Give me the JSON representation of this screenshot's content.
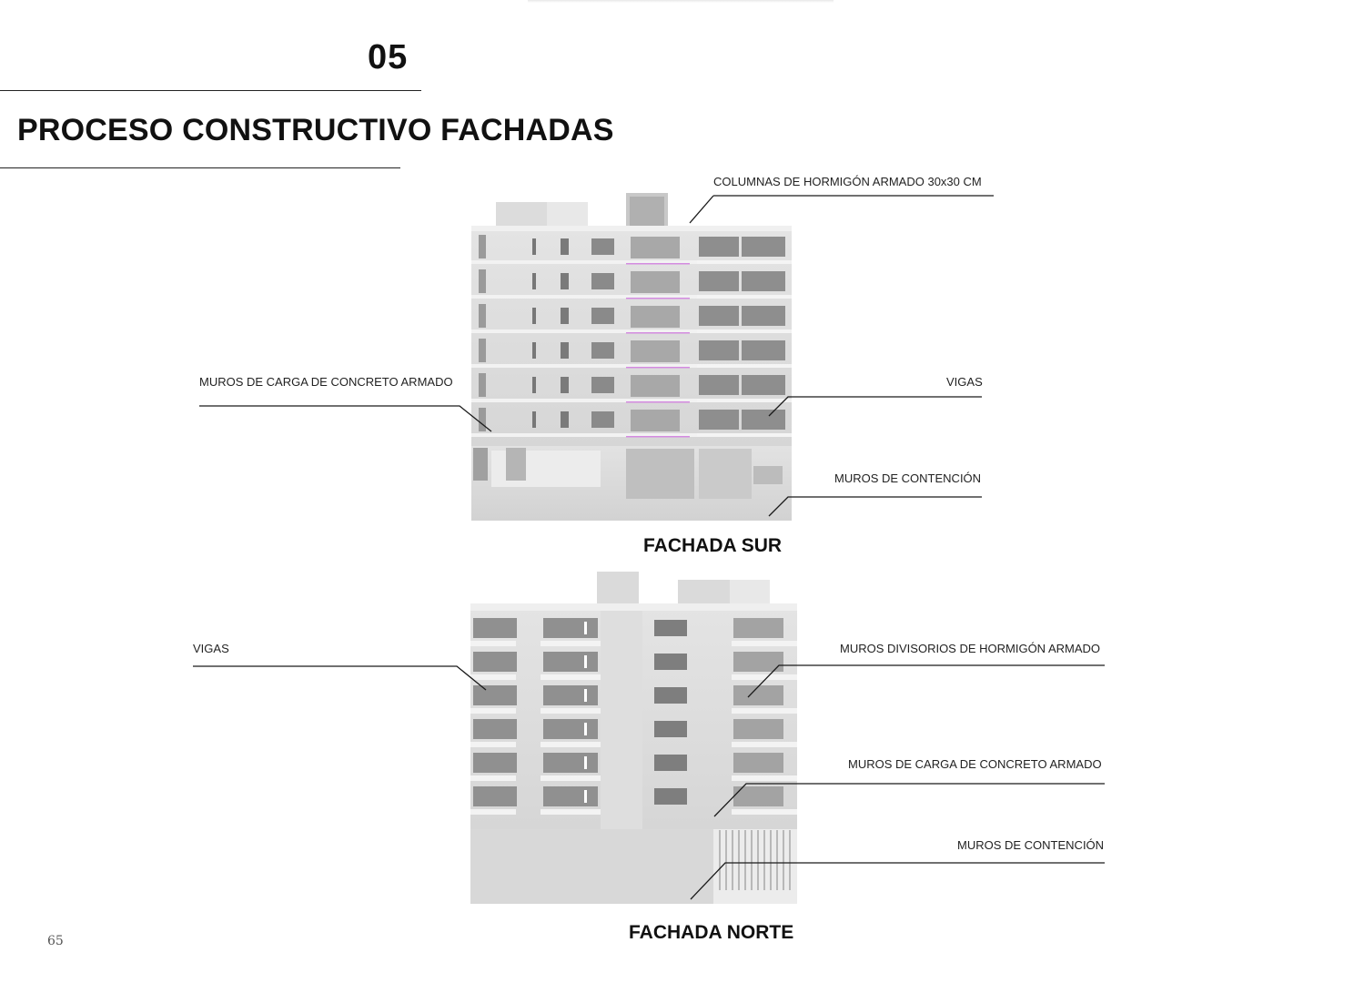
{
  "header": {
    "section_number": "05",
    "title": "PROCESO CONSTRUCTIVO FACHADAS"
  },
  "fachada_sur": {
    "caption": "FACHADA SUR",
    "labels": {
      "columnas": "COLUMNAS DE HORMIGÓN ARMADO 30x30 CM",
      "muros_carga": "MUROS DE CARGA DE CONCRETO ARMADO",
      "vigas": "VIGAS",
      "muros_contencion": "MUROS DE CONTENCIÓN"
    }
  },
  "fachada_norte": {
    "caption": "FACHADA NORTE",
    "labels": {
      "vigas": "VIGAS",
      "muros_divisorios": "MUROS DIVISORIOS DE HORMIGÓN ARMADO",
      "muros_carga": "MUROS DE CARGA DE CONCRETO ARMADO",
      "muros_contencion": "MUROS DE CONTENCIÓN"
    }
  },
  "footer": {
    "page_number": "65"
  }
}
